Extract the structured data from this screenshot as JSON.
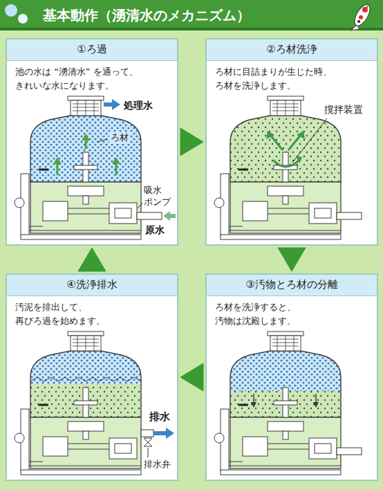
{
  "diagram": {
    "title": "基本動作（湧清水のメカニズム）",
    "nodes": [
      {
        "text": [
          "①ろ過",
          "池の水は “湧清水” を通って、 きれいな水になります。"
        ]
      },
      {
        "text": [
          "②ろ材洗浄",
          "ろ材に目詰まりが生じた時、 ろ材を洗浄します。"
        ]
      },
      {
        "text": [
          "③汚物とろ材の分離",
          "ろ材を洗浄すると、 汚物は沈殿します。"
        ]
      },
      {
        "text": [
          "④洗浄排水",
          "汚泥を排出して、 再びろ過を始めます。"
        ]
      }
    ],
    "edges": [
      {
        "from": 0,
        "to": 1,
        "arrow": "to"
      },
      {
        "from": 1,
        "to": 2,
        "arrow": "to"
      },
      {
        "from": 2,
        "to": 3,
        "arrow": "to"
      },
      {
        "from": 3,
        "to": 0,
        "arrow": "to"
      }
    ],
    "labels": [
      "処理水",
      "ろ材",
      "吸水 ポンプ",
      "原水",
      "撹拌装置",
      "排水",
      "排水弁"
    ]
  }
}
